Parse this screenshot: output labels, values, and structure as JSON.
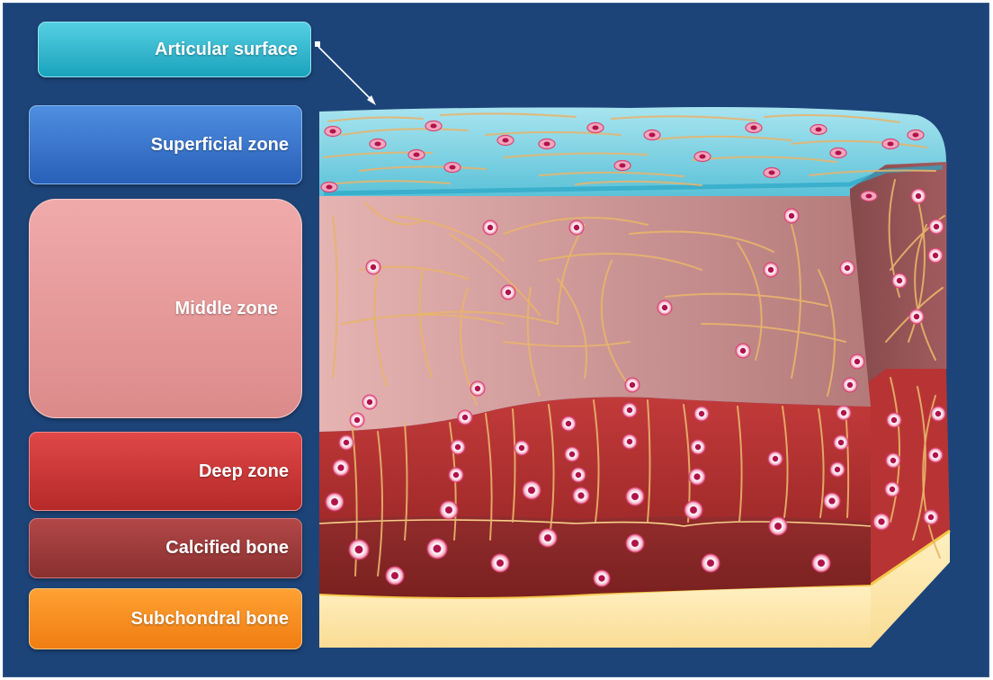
{
  "labels": {
    "articular_surface": "Articular surface",
    "superficial_zone": "Superficial zone",
    "middle_zone": "Middle zone",
    "deep_zone": "Deep zone",
    "calcified_bone": "Calcified bone",
    "subchondral_bone": "Subchondral bone"
  },
  "colors": {
    "background": "#1d4478",
    "articular_surface": "#2fb6cf",
    "superficial_zone": "#3a78d0",
    "middle_zone": "#e89a9a",
    "deep_zone": "#cc3636",
    "calcified_bone": "#9c3c3c",
    "subchondral_bone": "#f68a1e",
    "cell": "#e8557f",
    "fiber": "#e8b46a"
  }
}
